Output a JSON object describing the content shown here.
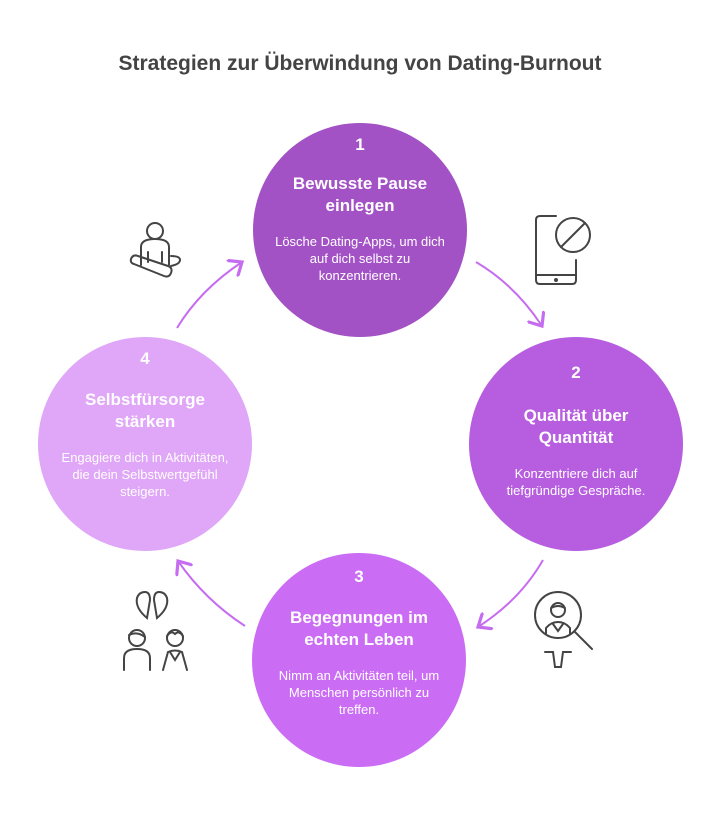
{
  "title": "Strategien zur Überwindung von Dating-Burnout",
  "colors": {
    "step1": "#a352c6",
    "step2": "#b75de0",
    "step3": "#cb6cf5",
    "step4": "#e0a6f7",
    "arrow": "#c66cf0",
    "icon": "#444444"
  },
  "steps": [
    {
      "number": "1",
      "heading": "Bewusste Pause einlegen",
      "description": "Lösche Dating-Apps, um dich auf dich selbst zu konzentrieren.",
      "icon": "phone-blocked-icon"
    },
    {
      "number": "2",
      "heading": "Qualität über Quantität",
      "description": "Konzentriere dich auf tiefgründige Gespräche.",
      "icon": "person-search-icon"
    },
    {
      "number": "3",
      "heading": "Begegnungen im echten Leben",
      "description": "Nimm an Aktivitäten teil, um Menschen persönlich zu treffen.",
      "icon": "couple-icon"
    },
    {
      "number": "4",
      "heading": "Selbstfürsorge stärken",
      "description": "Engagiere dich in Aktivitäten, die dein Selbstwertgefühl steigern.",
      "icon": "meditation-icon"
    }
  ]
}
